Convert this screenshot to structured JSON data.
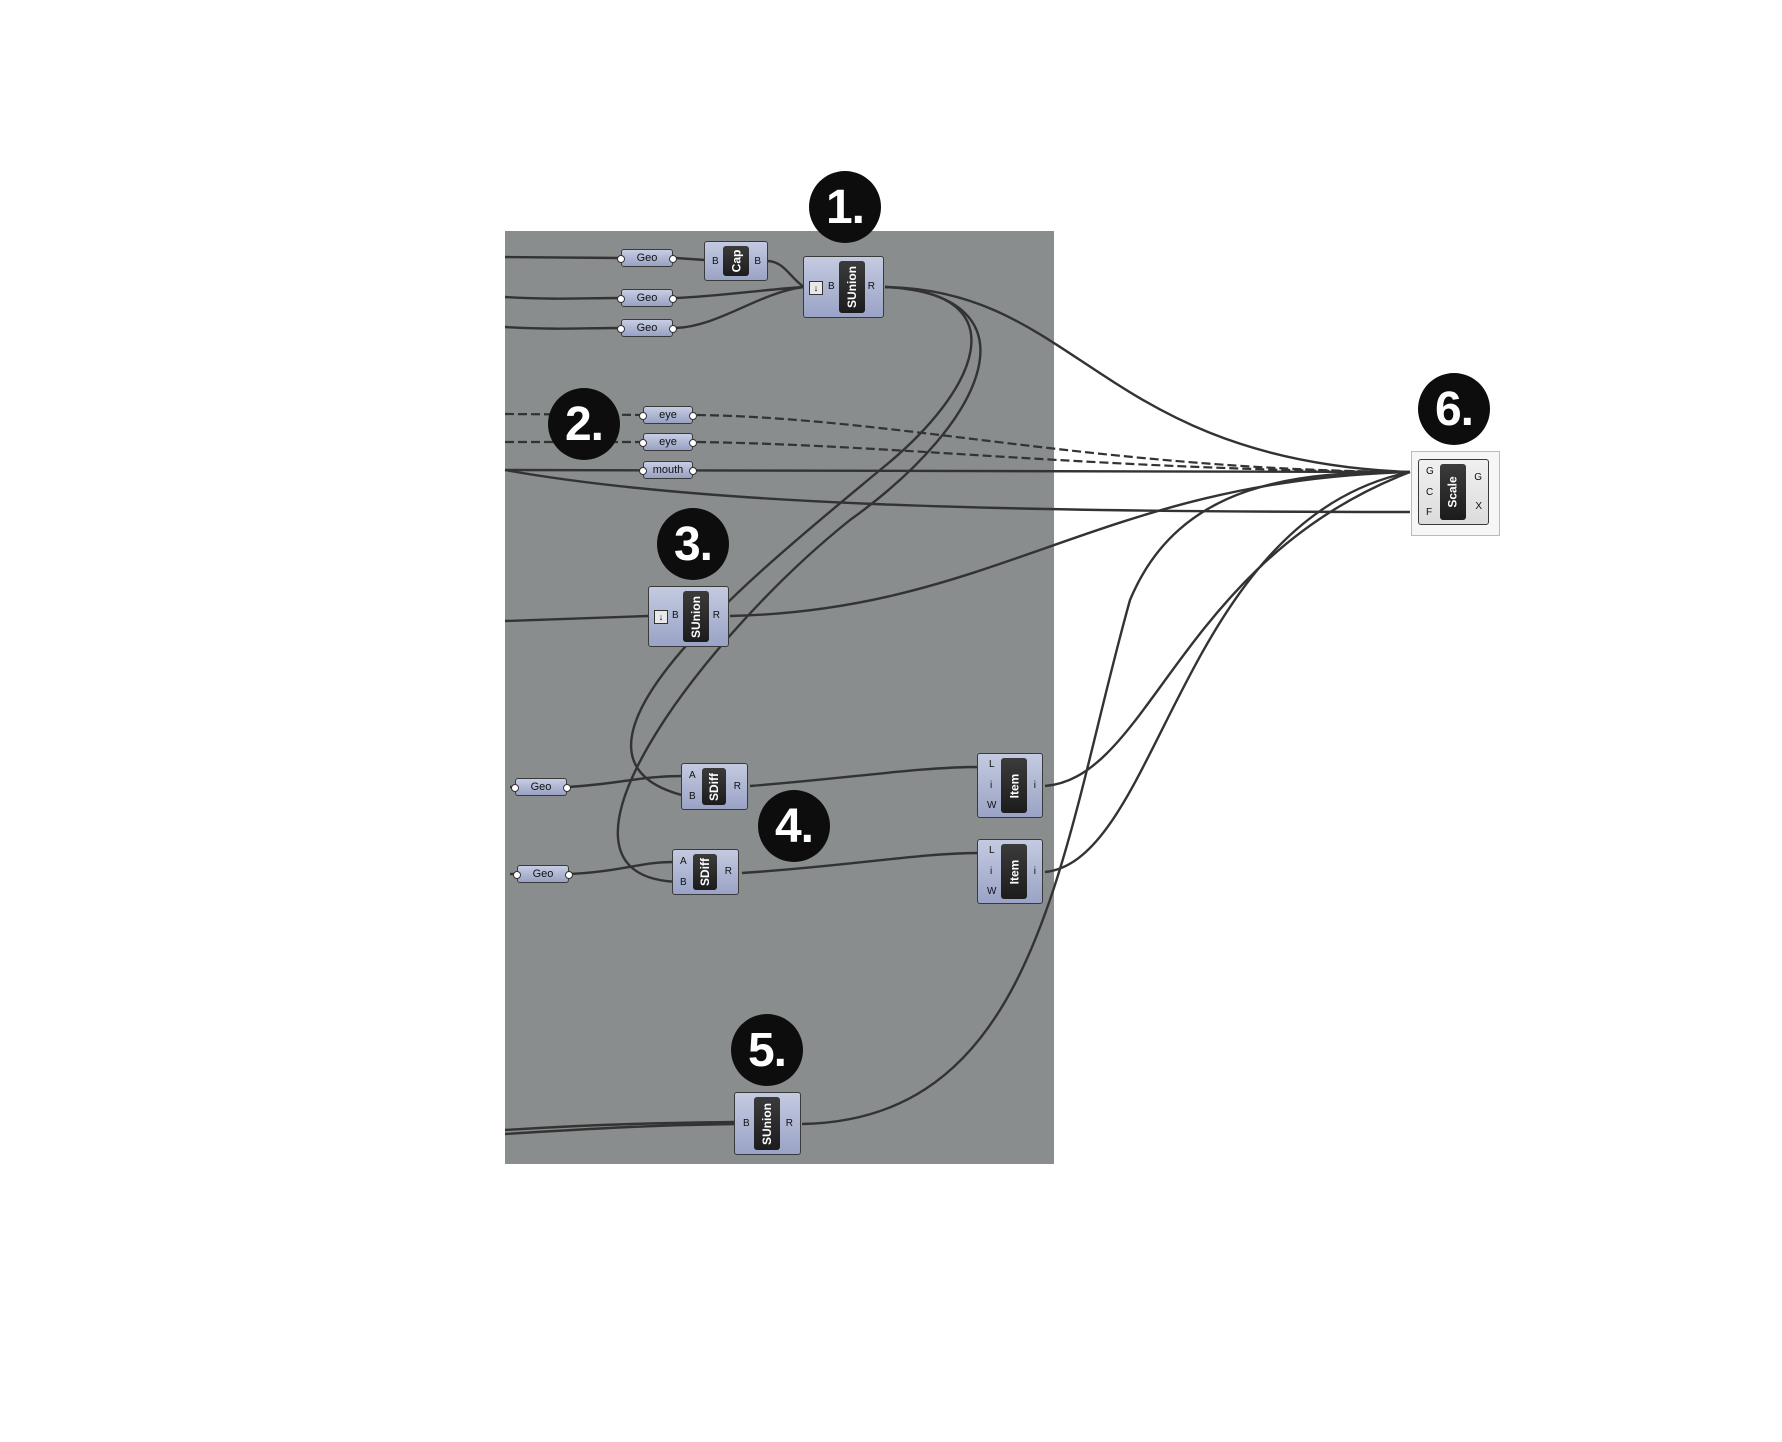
{
  "badges": [
    "1.",
    "2.",
    "3.",
    "4.",
    "5.",
    "6."
  ],
  "params": {
    "geo": "Geo",
    "eye": "eye",
    "mouth": "mouth"
  },
  "components": {
    "cap": {
      "name": "Cap",
      "in": "B",
      "out": "B"
    },
    "sunion": {
      "name": "SUnion",
      "in": "B",
      "out": "R"
    },
    "sdiff": {
      "name": "SDiff",
      "in_a": "A",
      "in_b": "B",
      "out": "R"
    },
    "item": {
      "name": "Item",
      "in_l": "L",
      "in_i": "i",
      "in_w": "W",
      "out": "i"
    },
    "scale": {
      "name": "Scale",
      "in_g": "G",
      "in_c": "C",
      "in_f": "F",
      "out_g": "G",
      "out_x": "X"
    }
  },
  "colors": {
    "canvas_bg": "#8a8d8d",
    "wire": "#333333",
    "badge": "#0d0d0d"
  }
}
